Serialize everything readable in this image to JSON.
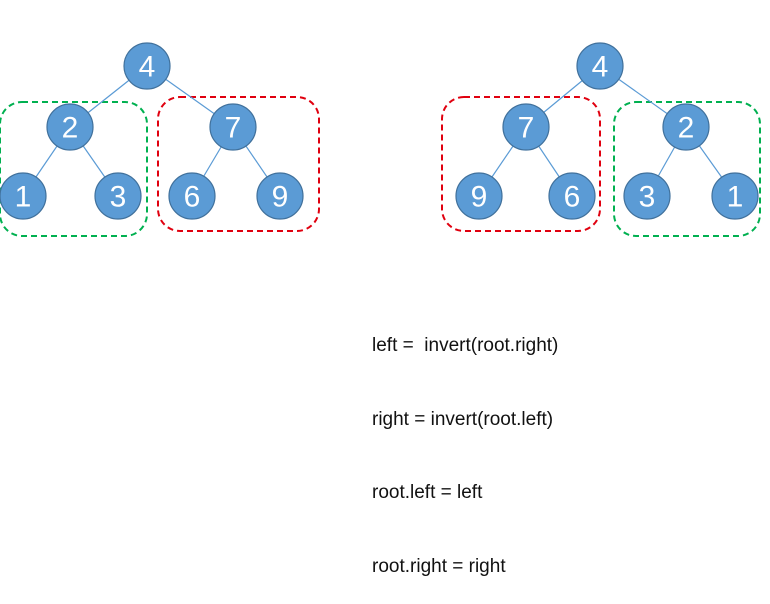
{
  "colors": {
    "node_fill": "#5b9bd5",
    "node_stroke": "#41719c",
    "edge": "#5b9bd5",
    "node_text": "#ffffff",
    "box_green": "#00b050",
    "box_red": "#e0000f"
  },
  "trees": [
    {
      "name": "original-tree",
      "nodes": [
        {
          "id": "a4",
          "label": "4"
        },
        {
          "id": "a2",
          "label": "2"
        },
        {
          "id": "a7",
          "label": "7"
        },
        {
          "id": "a1",
          "label": "1"
        },
        {
          "id": "a3",
          "label": "3"
        },
        {
          "id": "a6",
          "label": "6"
        },
        {
          "id": "a9",
          "label": "9"
        }
      ],
      "edges": [
        [
          "a4",
          "a2"
        ],
        [
          "a4",
          "a7"
        ],
        [
          "a2",
          "a1"
        ],
        [
          "a2",
          "a3"
        ],
        [
          "a7",
          "a6"
        ],
        [
          "a7",
          "a9"
        ]
      ],
      "groups": [
        {
          "name": "left-subtree-box",
          "color": "green",
          "contains": [
            "a2",
            "a1",
            "a3"
          ]
        },
        {
          "name": "right-subtree-box",
          "color": "red",
          "contains": [
            "a7",
            "a6",
            "a9"
          ]
        }
      ]
    },
    {
      "name": "inverted-tree",
      "nodes": [
        {
          "id": "b4",
          "label": "4"
        },
        {
          "id": "b7",
          "label": "7"
        },
        {
          "id": "b2",
          "label": "2"
        },
        {
          "id": "b9",
          "label": "9"
        },
        {
          "id": "b6",
          "label": "6"
        },
        {
          "id": "b3",
          "label": "3"
        },
        {
          "id": "b1",
          "label": "1"
        }
      ],
      "edges": [
        [
          "b4",
          "b7"
        ],
        [
          "b4",
          "b2"
        ],
        [
          "b7",
          "b9"
        ],
        [
          "b7",
          "b6"
        ],
        [
          "b2",
          "b3"
        ],
        [
          "b2",
          "b1"
        ]
      ],
      "groups": [
        {
          "name": "left-subtree-box",
          "color": "red",
          "contains": [
            "b7",
            "b9",
            "b6"
          ]
        },
        {
          "name": "right-subtree-box",
          "color": "green",
          "contains": [
            "b2",
            "b3",
            "b1"
          ]
        }
      ]
    }
  ],
  "code_lines": [
    "left =  invert(root.right)",
    "right = invert(root.left)",
    "root.left = left",
    "root.right = right"
  ]
}
